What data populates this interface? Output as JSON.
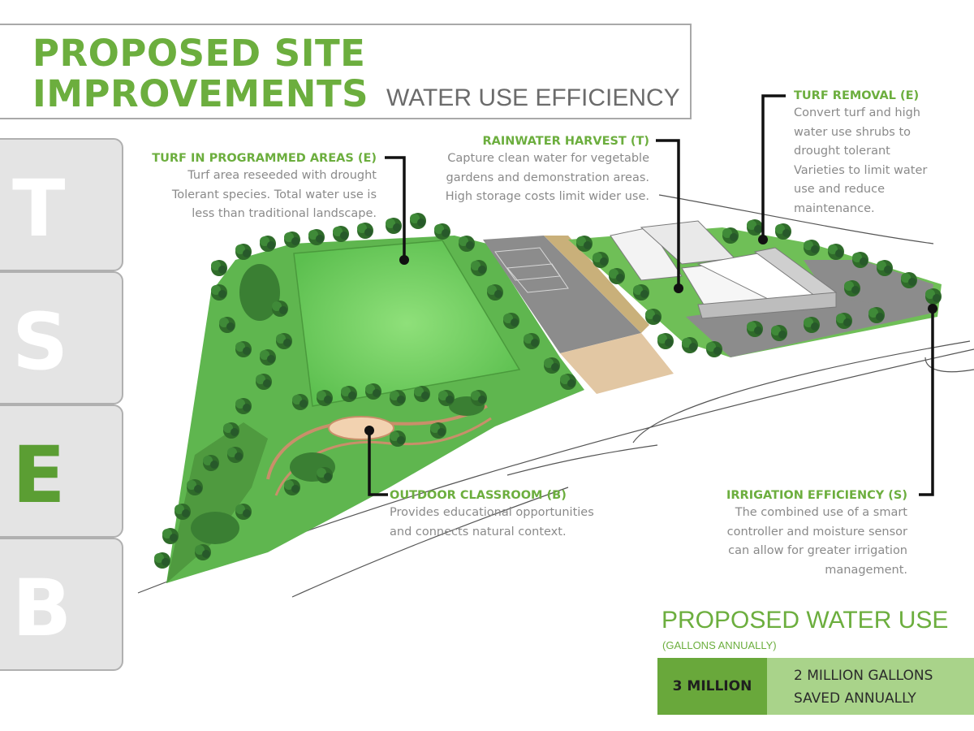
{
  "header": {
    "title_line1": "PROPOSED SITE",
    "title_line2": "IMPROVEMENTS",
    "subtitle": "WATER USE EFFICIENCY"
  },
  "tabs": [
    {
      "letter": "T",
      "active": false
    },
    {
      "letter": "S",
      "active": false
    },
    {
      "letter": "E",
      "active": true
    },
    {
      "letter": "B",
      "active": false
    }
  ],
  "callouts": {
    "turf_programmed": {
      "title": "TURF IN PROGRAMMED AREAS (E)",
      "body": "Turf area reseeded with drought\nTolerant species. Total water use is\nless than traditional landscape."
    },
    "rainwater": {
      "title": "RAINWATER HARVEST (T)",
      "body": "Capture clean water for vegetable\ngardens and demonstration areas.\nHigh storage costs limit wider use."
    },
    "turf_removal": {
      "title": "TURF REMOVAL (E)",
      "body": "Convert turf and high\nwater use shrubs to\ndrought tolerant\nVarieties to limit water\nuse and reduce\nmaintenance."
    },
    "classroom": {
      "title": "OUTDOOR CLASSROOM (B)",
      "body": "Provides educational opportunities\nand connects natural context."
    },
    "irrigation": {
      "title": "IRRIGATION EFFICIENCY (S)",
      "body": "The combined use of a smart\ncontroller and moisture sensor\ncan allow for greater irrigation\nmanagement."
    }
  },
  "water_use": {
    "title": "PROPOSED WATER USE",
    "subtitle": "(GALLONS ANNUALLY)",
    "proposed": "3 MILLION",
    "saved": "2 MILLION GALLONS\nSAVED ANNUALLY"
  },
  "colors": {
    "accent_green": "#6cae3e",
    "field_green": "#7fd36a",
    "dark_green": "#4f9a3f",
    "pavement": "#8c8c8c",
    "callout_text": "#8a8a8a"
  }
}
